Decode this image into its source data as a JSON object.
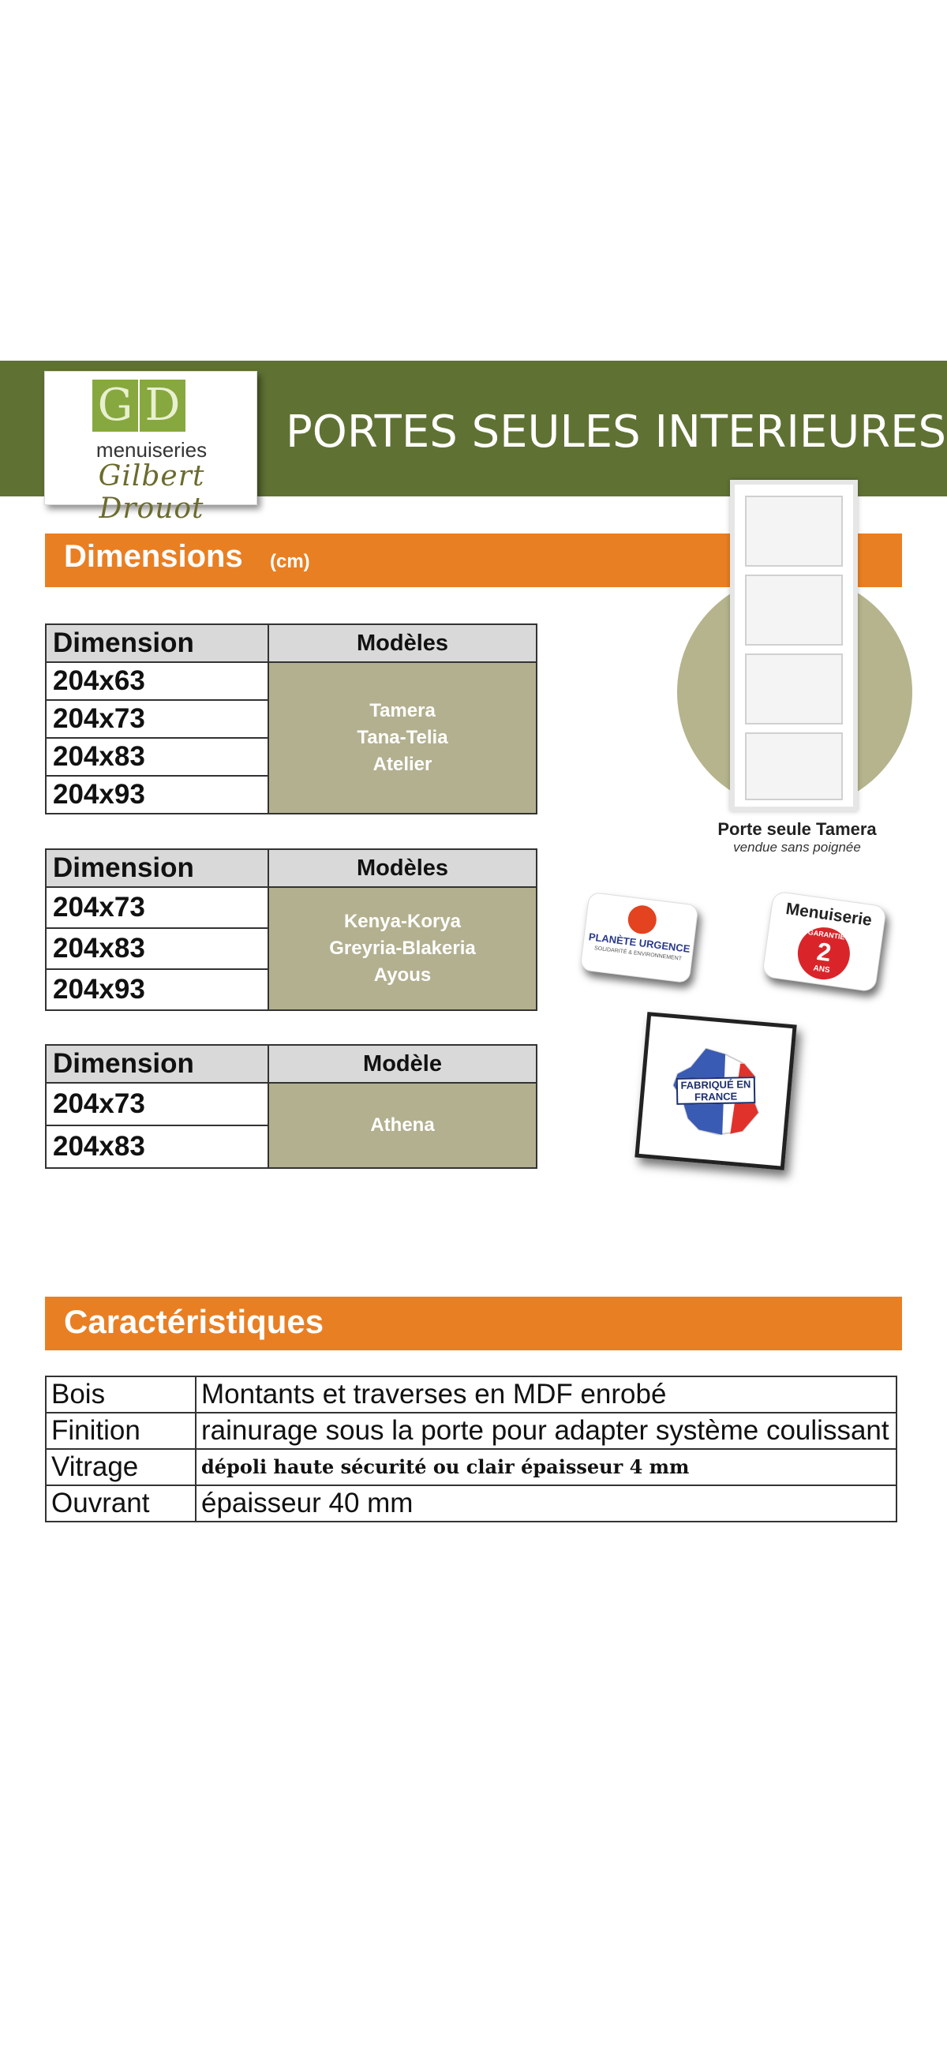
{
  "header": {
    "title": "PORTES SEULES INTERIEURES",
    "logo": {
      "letter_g": "G",
      "letter_d": "D",
      "word": "menuiseries",
      "script": "Gilbert Drouot"
    }
  },
  "dimensions": {
    "title": "Dimensions",
    "unit": "(cm)",
    "tables": [
      {
        "col_dimension": "Dimension",
        "col_models": "Modèles",
        "rows": [
          "204x63",
          "204x73",
          "204x83",
          "204x93"
        ],
        "models": [
          "Tamera",
          "Tana-Telia",
          "Atelier"
        ]
      },
      {
        "col_dimension": "Dimension",
        "col_models": "Modèles",
        "rows": [
          "204x73",
          "204x83",
          "204x93"
        ],
        "models": [
          "Kenya-Korya",
          "Greyria-Blakeria",
          "Ayous"
        ]
      },
      {
        "col_dimension": "Dimension",
        "col_models": "Modèle",
        "rows": [
          "204x73",
          "204x83"
        ],
        "models": [
          "Athena"
        ]
      }
    ]
  },
  "door": {
    "caption": "Porte seule Tamera",
    "subcaption": "vendue sans poignée"
  },
  "badges": {
    "planete": {
      "name": "PLANÈTE URGENCE",
      "sub": "SOLIDARITÉ & ENVIRONNEMENT"
    },
    "garantie": {
      "title": "Menuiserie",
      "seal_top": "GARANTIE",
      "seal_num": "2",
      "seal_bottom": "ANS"
    },
    "fabrique": {
      "label": "FABRIQUÉ EN FRANCE"
    }
  },
  "characteristics": {
    "title": "Caractéristiques",
    "rows": [
      {
        "label": "Bois",
        "value": "Montants et traverses en MDF enrobé"
      },
      {
        "label": "Finition",
        "value": "rainurage sous la porte pour adapter système coulissant"
      },
      {
        "label": "Vitrage",
        "value": "dépoli haute sécurité ou clair épaisseur 4 mm"
      },
      {
        "label": "Ouvrant",
        "value": "épaisseur 40 mm"
      }
    ]
  },
  "colors": {
    "header_green": "#5f7233",
    "section_orange": "#e97f23",
    "models_khaki": "#b3b090"
  }
}
